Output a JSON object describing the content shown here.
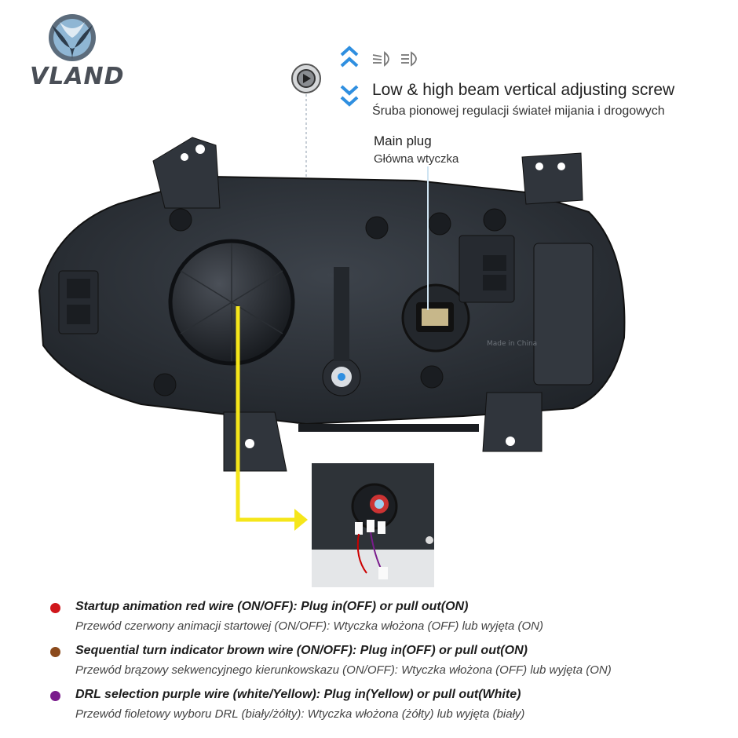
{
  "brand": {
    "name": "VLAND"
  },
  "adjust": {
    "title": "Low & high beam vertical adjusting screw",
    "subtitle": "Śruba pionowej regulacji świateł mijania i drogowych"
  },
  "plug": {
    "title": "Main plug",
    "subtitle": "Główna wtyczka"
  },
  "housing": {
    "stamp": "Made in China"
  },
  "wires": [
    {
      "color": "#d0161b",
      "en": "Startup animation red wire (ON/OFF):  Plug in(OFF) or pull out(ON)",
      "pl": "Przewód czerwony animacji startowej (ON/OFF):  Wtyczka włożona (OFF) lub wyjęta (ON)"
    },
    {
      "color": "#8b4a1c",
      "en": "Sequential turn indicator brown wire (ON/OFF):  Plug in(OFF) or pull out(ON)",
      "pl": "Przewód brązowy sekwencyjnego kierunkowskazu (ON/OFF):  Wtyczka włożona (OFF) lub wyjęta (ON)"
    },
    {
      "color": "#7a1c8c",
      "en": "DRL selection purple wire (white/Yellow):  Plug in(Yellow) or pull out(White)",
      "pl": "Przewód fioletowy wyboru DRL (biały/żółty):  Wtyczka włożona (żółty) lub wyjęta (biały)"
    }
  ],
  "colors": {
    "arrow_blue": "#2f8fe0",
    "pointer_yellow": "#f5e61a",
    "housing": "#2b2f35"
  },
  "icons": [
    "vland-logo-icon",
    "screw-icon",
    "arrow-up-icon",
    "arrow-down-icon",
    "low-beam-icon",
    "high-beam-icon"
  ]
}
